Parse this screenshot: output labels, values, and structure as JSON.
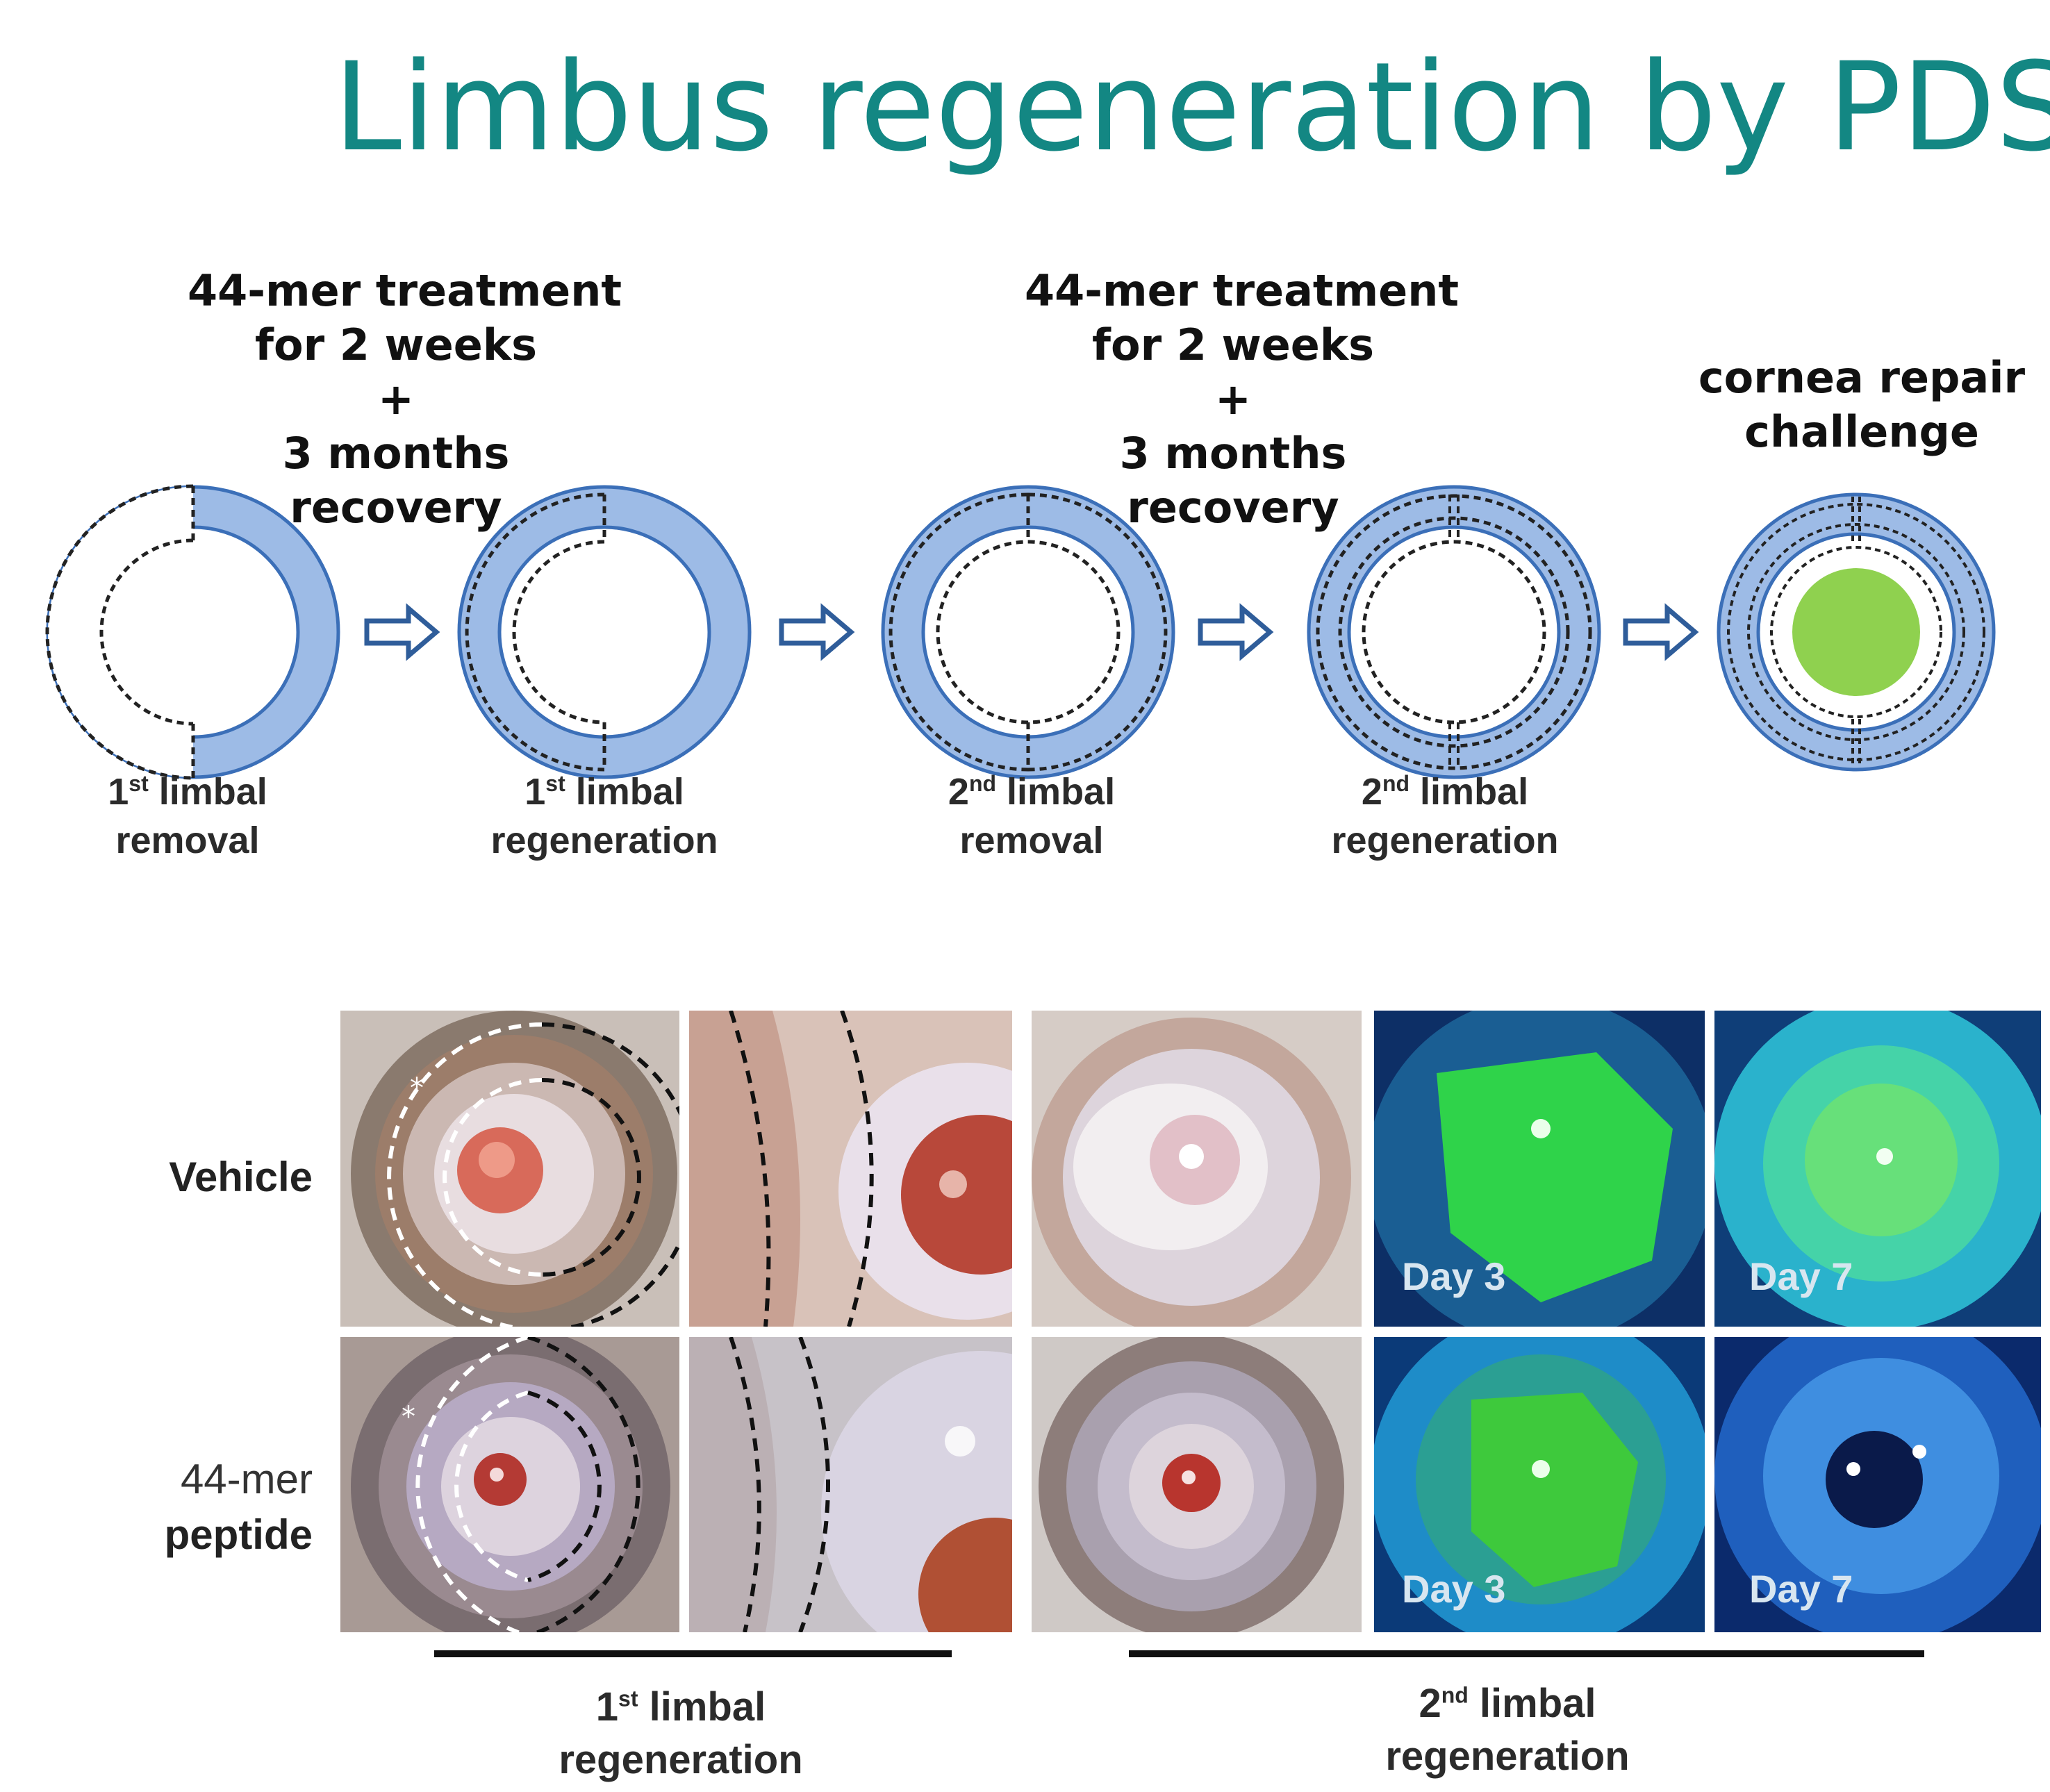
{
  "title": "Limbus regeneration by PDSP",
  "steps": [
    {
      "label_line1": "1",
      "sup": "st",
      "label_line1b": " limbal",
      "label_line2": "removal"
    },
    {
      "label_line1": "1",
      "sup": "st",
      "label_line1b": " limbal",
      "label_line2": "regeneration"
    },
    {
      "label_line1": "2",
      "sup": "nd",
      "label_line1b": " limbal",
      "label_line2": "removal"
    },
    {
      "label_line1": "2",
      "sup": "nd",
      "label_line1b": " limbal",
      "label_line2": "regeneration"
    }
  ],
  "treatment_captions": [
    {
      "l1": "44-mer treatment",
      "l2": "for 2 weeks",
      "l3": "+",
      "l4": "3 months",
      "l5": "recovery"
    },
    {
      "l1": "44-mer treatment",
      "l2": "for 2 weeks",
      "l3": "+",
      "l4": "3 months",
      "l5": "recovery"
    }
  ],
  "challenge_caption": {
    "l1": "cornea repair",
    "l2": "challenge"
  },
  "rows": {
    "vehicle": "Vehicle",
    "peptide_l1": "44-mer",
    "peptide_l2": "peptide"
  },
  "day_tags": {
    "vehicle_day3": "Day 3",
    "vehicle_day7": "Day 7",
    "peptide_day3": "Day 3",
    "peptide_day7": "Day 7"
  },
  "groups": [
    {
      "num": "1",
      "sup": "st",
      "word": " limbal",
      "line2": "regeneration"
    },
    {
      "num": "2",
      "sup": "nd",
      "word": " limbal",
      "line2": "regeneration"
    }
  ],
  "colors": {
    "title": "#138783",
    "ring_fill": "#9dbbe6",
    "ring_stroke": "#3b6fb8",
    "green_spot": "#8fd14f",
    "arrow": "#2f5d9a"
  }
}
